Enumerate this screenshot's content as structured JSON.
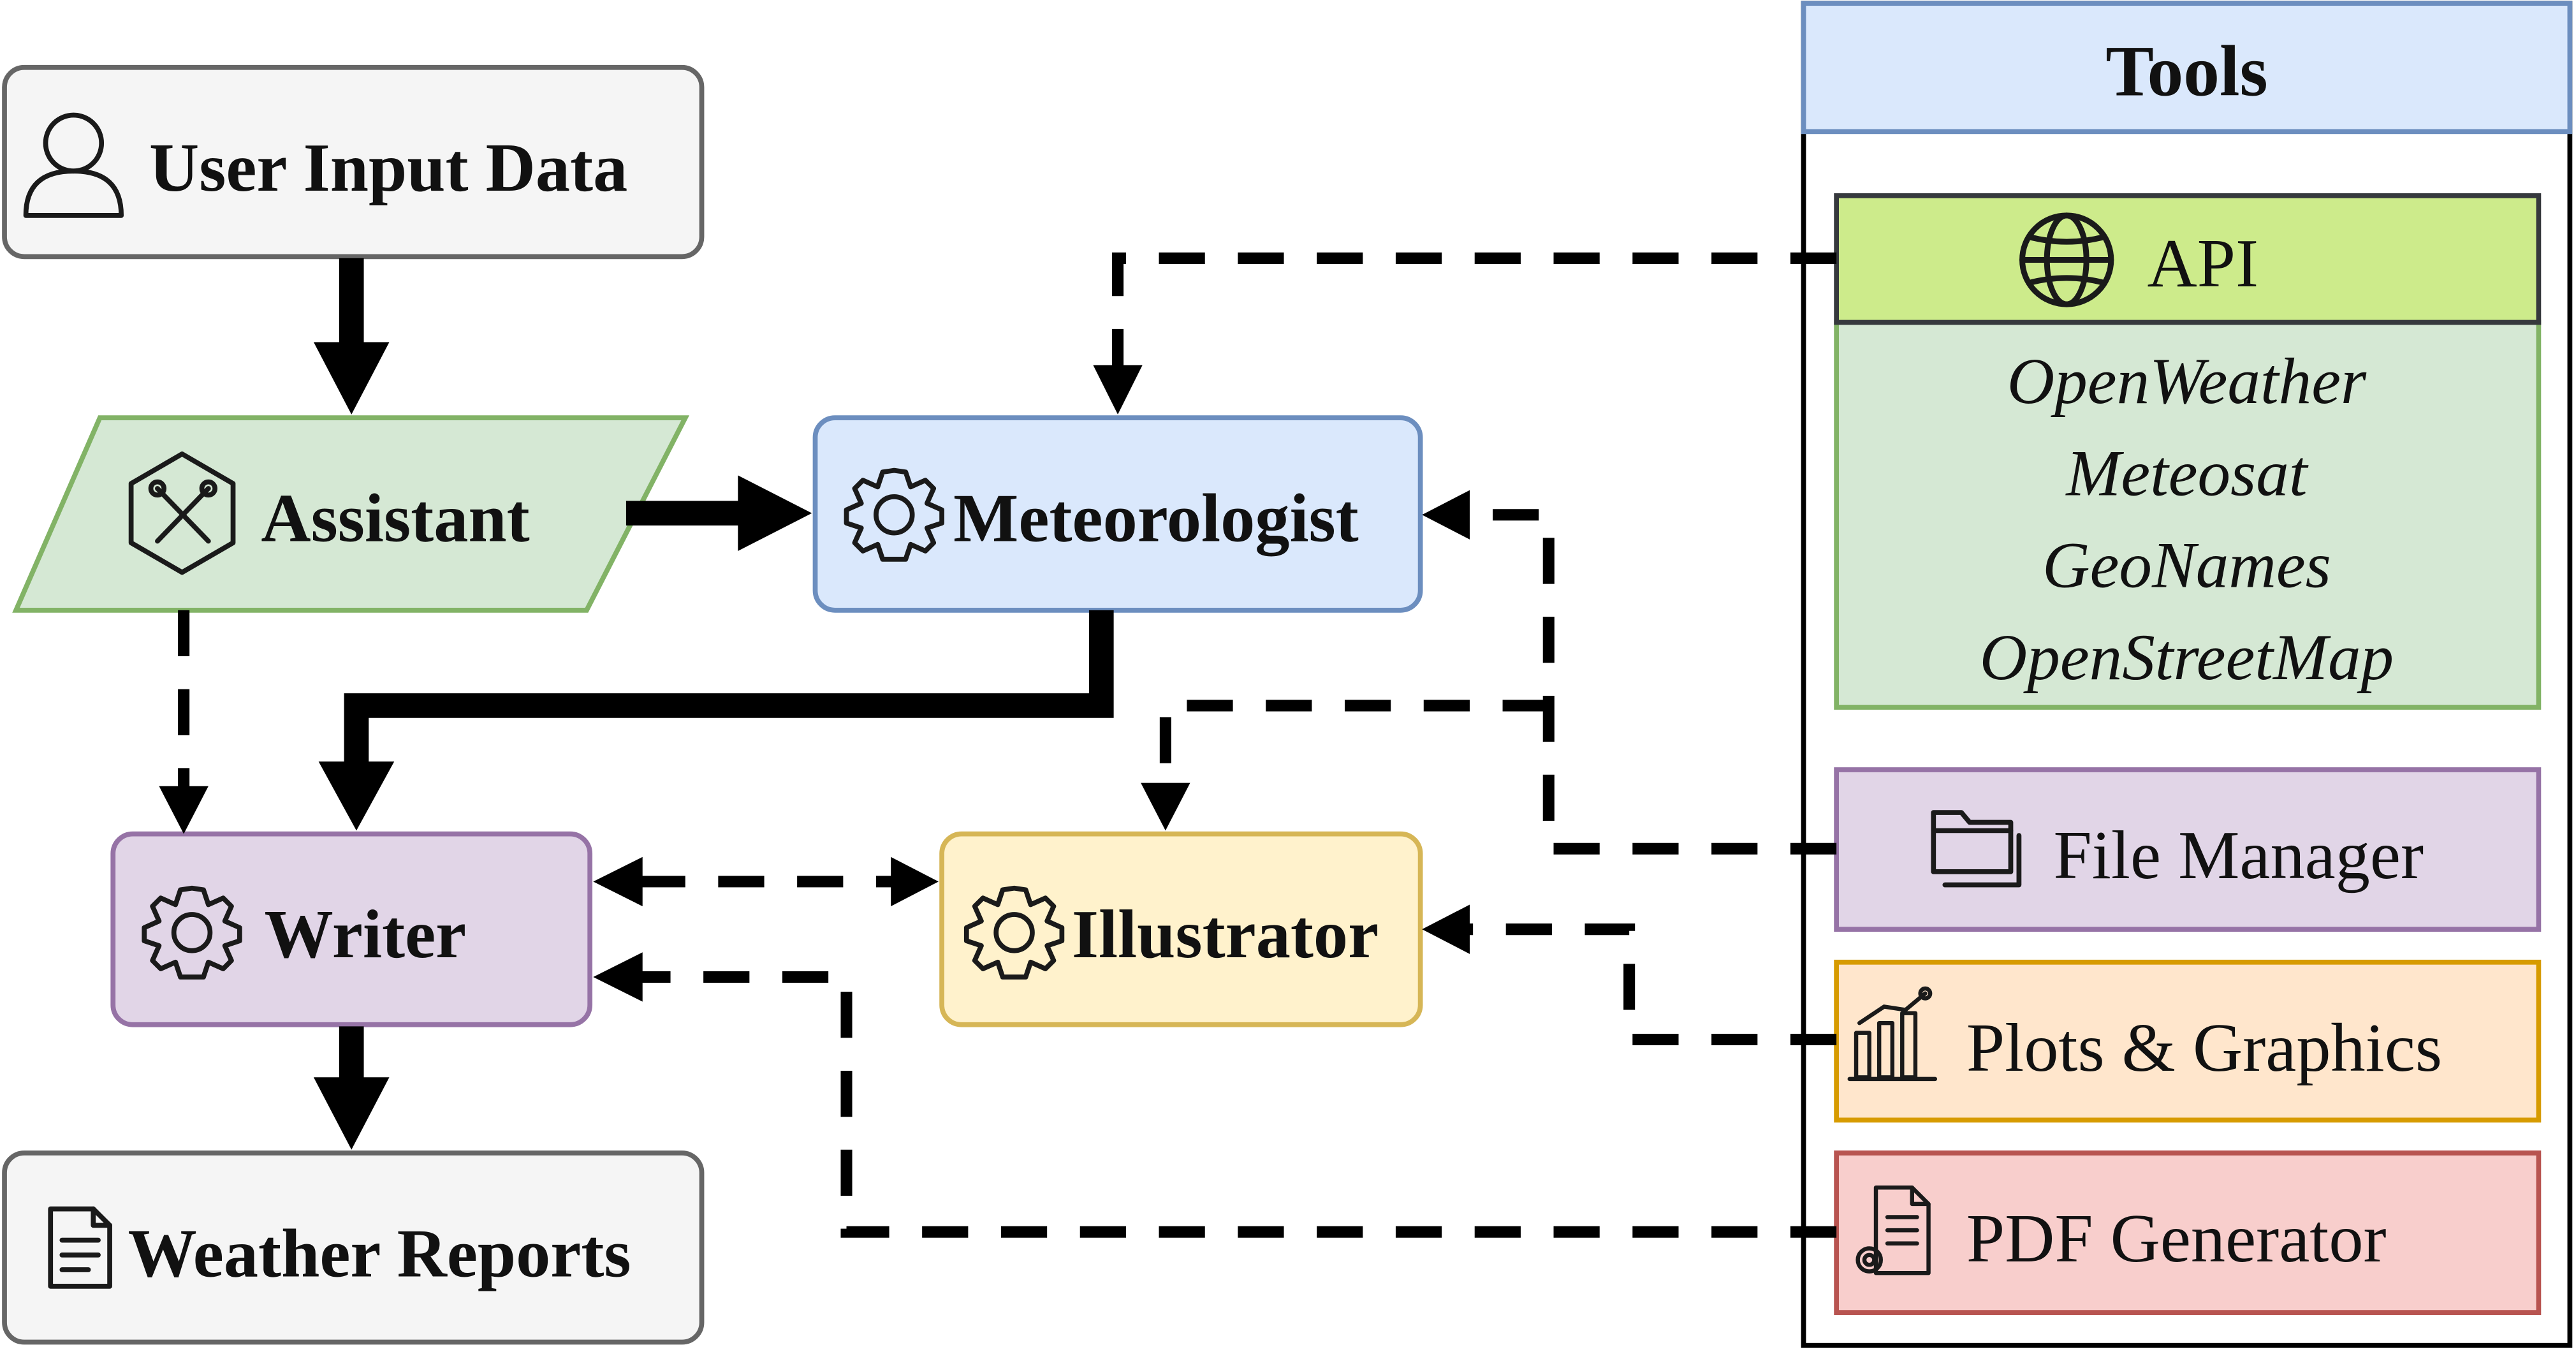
{
  "nodes": {
    "user_input": {
      "label": "User Input Data",
      "icon": "user-icon"
    },
    "assistant": {
      "label": "Assistant",
      "icon": "tools-hexagon-icon"
    },
    "meteorologist": {
      "label": "Meteorologist",
      "icon": "gear-icon"
    },
    "writer": {
      "label": "Writer",
      "icon": "gear-icon"
    },
    "illustrator": {
      "label": "Illustrator",
      "icon": "gear-icon"
    },
    "weather_reports": {
      "label": "Weather Reports",
      "icon": "document-icon"
    }
  },
  "tools": {
    "title": "Tools",
    "api": {
      "label": "API",
      "icon": "globe-icon",
      "services": [
        "OpenWeather",
        "Meteosat",
        "GeoNames",
        "OpenStreetMap"
      ]
    },
    "file_manager": {
      "label": "File Manager",
      "icon": "folder-icon"
    },
    "plots": {
      "label": "Plots & Graphics",
      "icon": "bar-chart-icon"
    },
    "pdf": {
      "label": "PDF Generator",
      "icon": "document-gear-icon"
    }
  },
  "colors": {
    "gray_fill": "#f5f5f5",
    "gray_stroke": "#666666",
    "green_fill": "#d5e8d4",
    "green_stroke": "#82b366",
    "blue_fill": "#dae8fc",
    "blue_stroke": "#6c8ebf",
    "purple_fill": "#e1d5e7",
    "purple_stroke": "#9673a6",
    "yellow_fill": "#fff2cc",
    "yellow_stroke": "#d6b656",
    "lime_fill": "#cdeb8b",
    "orange_fill": "#ffe6cc",
    "orange_stroke": "#d79b00",
    "red_fill": "#f8cecc",
    "red_stroke": "#b85450"
  }
}
